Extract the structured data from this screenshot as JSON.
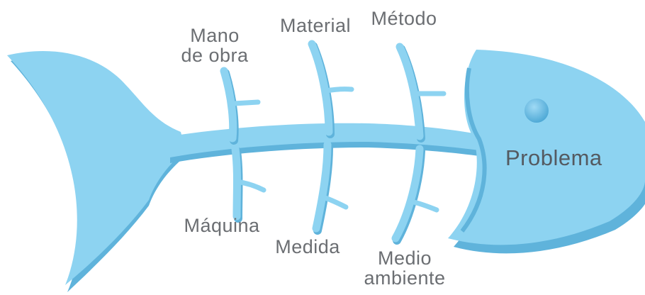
{
  "diagram": {
    "type": "fishbone",
    "problem": "Problema",
    "causes_top": [
      {
        "lines": [
          "Mano",
          "de obra"
        ]
      },
      {
        "lines": [
          "Material"
        ]
      },
      {
        "lines": [
          "Método"
        ]
      }
    ],
    "causes_bottom": [
      {
        "lines": [
          "Máquina"
        ]
      },
      {
        "lines": [
          "Medida"
        ]
      },
      {
        "lines": [
          "Medio",
          "ambiente"
        ]
      }
    ]
  },
  "colors": {
    "body": "#8dd3f1",
    "shadow": "#5fb3db",
    "label": "#6b6e72"
  }
}
